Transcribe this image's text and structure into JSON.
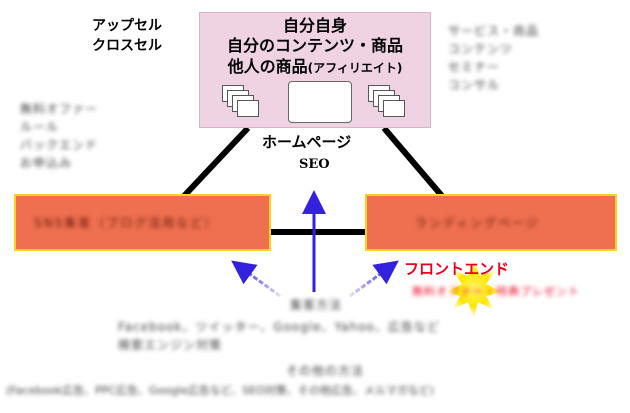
{
  "top_box": {
    "line1": "自分自身",
    "line2": "自分のコンテンツ・商品",
    "line3_main": "他人の商品",
    "line3_sub": "(アフィリエイト)"
  },
  "upsell_label": [
    "アップセル",
    "クロスセル"
  ],
  "homepage_label": "ホームページ",
  "seo_label": "SEO",
  "frontend_label": "フロントエンド",
  "blurred": {
    "top_right": [
      "サービス・商品",
      "コンテンツ",
      "セミナー",
      "コンサル"
    ],
    "left_list": [
      "無料オファー",
      "ルール",
      "バックエンド",
      "お申込み"
    ],
    "left_box": "SNS集客（ブログ活用など）",
    "right_box": "ランディングページ",
    "hub": "集客方法",
    "bottom1": [
      "Facebook、ツイッター、Google、Yahoo、広告など",
      "検索エンジン対策"
    ],
    "bottom2": "その他の方法",
    "bottom3": "(Facebook広告、PPC広告、Google広告など、SEO対策、その他広告、メルマガなど)",
    "red": "無料オファー・特典プレゼント"
  },
  "colors": {
    "top_box": "#efd3e2",
    "side_box": "#ee7050",
    "side_border": "#f4d321",
    "arrow": "#3322dd",
    "frontend": "#e8001c"
  }
}
